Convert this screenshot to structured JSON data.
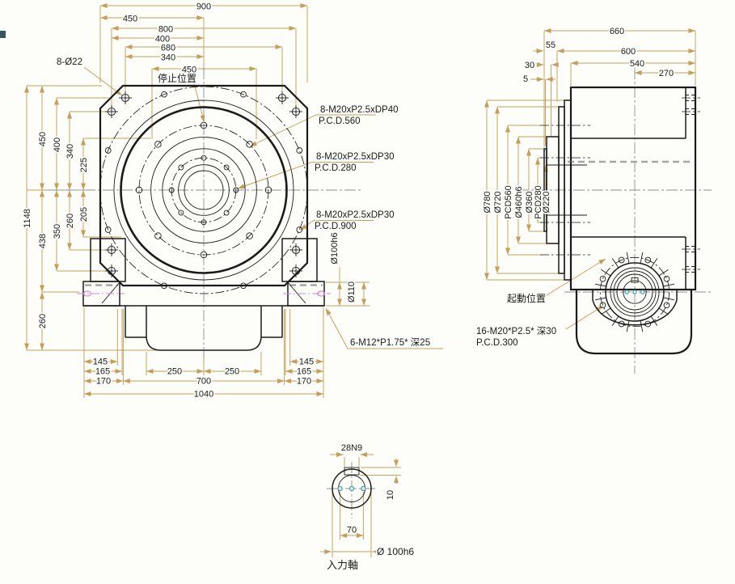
{
  "front": {
    "dims_top": [
      "900",
      "450",
      "800",
      "400",
      "680",
      "340",
      "450"
    ],
    "dims_left": [
      "450",
      "400",
      "340",
      "225",
      "1148",
      "205",
      "260",
      "350",
      "438",
      "260"
    ],
    "dims_bottom": [
      "145",
      "165",
      "170",
      "250",
      "250",
      "700",
      "1040",
      "145",
      "165",
      "170"
    ],
    "callout_corner_holes": "8-Ø22",
    "stop_position": "停止位置",
    "callout_pcd560_l1": "8-M20xP2.5xDP40",
    "callout_pcd560_l2": "P.C.D.560",
    "callout_pcd280_l1": "8-M20xP2.5xDP30",
    "callout_pcd280_l2": "P.C.D.280",
    "callout_pcd900_l1": "8-M20xP2.5xDP30",
    "callout_pcd900_l2": "P.C.D.900",
    "dim_shaft": "Ø100h6",
    "dim_bore": "Ø110",
    "callout_tapped": "6-M12*P1.75* 深25"
  },
  "side": {
    "dims_top": [
      "660",
      "55",
      "600",
      "540",
      "30",
      "5",
      "270"
    ],
    "dia_dims": [
      "Ø780",
      "Ø720",
      "PCD560",
      "Ø460h6",
      "Ø360",
      "PCD280",
      "Ø220"
    ],
    "start_position": "起動位置",
    "callout_tapped_l1": "16-M20*P2.5* 深30",
    "callout_tapped_l2": "P.C.D.300"
  },
  "bottom": {
    "dim_keyway": "28N9",
    "dim_key_depth": "10",
    "dim_hole_span": "70",
    "dim_shaft_dia": "Ø 100h6",
    "caption": "入力軸"
  }
}
